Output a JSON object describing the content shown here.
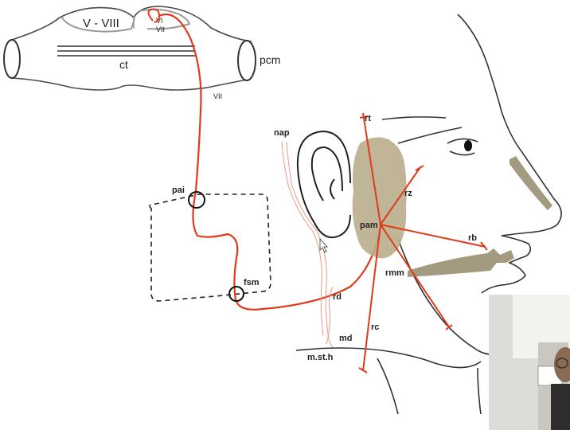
{
  "brainstem": {
    "nuclei_label": "V - VIII",
    "vi_label": "VI",
    "vii_label": "VII",
    "ct_label": "ct",
    "pcm_label": "pcm",
    "nerve_label": "VII"
  },
  "nerve": {
    "pai_label": "pai",
    "fsm_label": "fsm",
    "nap_label": "nap",
    "rd_label": "rd",
    "md_label": "md",
    "msth_label": "m.st.h"
  },
  "face": {
    "rt_label": "rt",
    "rz_label": "rz",
    "pam_label": "pam",
    "rb_label": "rb",
    "rmm_label": "rmm",
    "rc_label": "rc"
  },
  "colors": {
    "nerve": "#e03a1a",
    "parotid": "#b9ae8c",
    "bone": "#a39a80",
    "outline": "#3a3a3a"
  }
}
